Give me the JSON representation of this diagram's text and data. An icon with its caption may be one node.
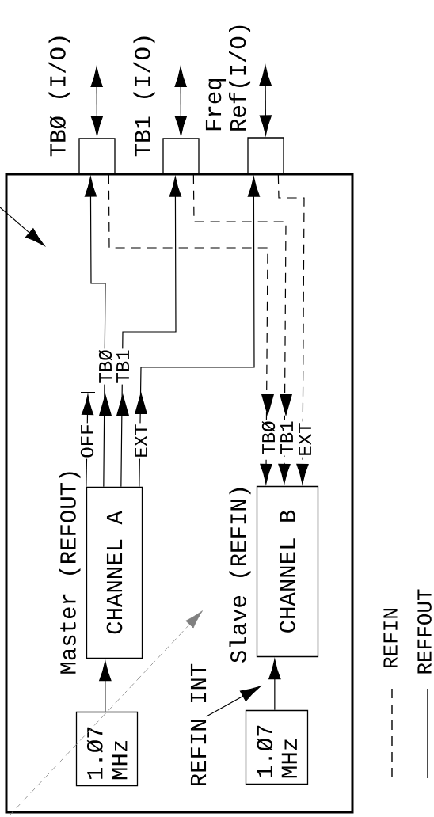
{
  "diagram": {
    "nodes": [
      {
        "text": [],
        "shape": "box"
      },
      {
        "text": [],
        "shape": "box",
        "beside": [
          "TBØ (I/O)"
        ]
      },
      {
        "text": [],
        "shape": "box",
        "beside": [
          "TB1 (I/O)"
        ]
      },
      {
        "text": [],
        "shape": "box",
        "beside": [
          "Freq Ref(I/O)"
        ]
      },
      {
        "text": [
          "CHANNEL A"
        ],
        "in": 0,
        "beside": [
          "Master (REFOUT)"
        ]
      },
      {
        "text": [
          "CHANNEL B"
        ],
        "in": 0,
        "beside": [
          "Slave (REFIN)"
        ]
      },
      {
        "text": [
          "1.Ø7 MHz"
        ],
        "in": 0
      },
      {
        "text": [
          "1.Ø7 MHz"
        ],
        "in": 0
      },
      {
        "text": [
          "REFIN INT"
        ],
        "in": 0
      }
    ],
    "edges": [
      {
        "from": null,
        "to": 1,
        "arrow": "both"
      },
      {
        "from": null,
        "to": 2,
        "arrow": "both"
      },
      {
        "from": null,
        "to": 3,
        "arrow": "both"
      },
      {
        "from": 4,
        "to": 1,
        "arrow": "to",
        "label": "TBØ"
      },
      {
        "from": 4,
        "to": 2,
        "arrow": "to",
        "label": "TB1"
      },
      {
        "from": 4,
        "to": 3,
        "arrow": "to",
        "label": "EXT"
      },
      {
        "from": 4,
        "to": null,
        "arrow": "to",
        "label": "OFF"
      },
      {
        "from": 6,
        "to": 4,
        "arrow": "to"
      },
      {
        "from": 7,
        "to": 5,
        "arrow": "to"
      },
      {
        "from": 1,
        "to": 5,
        "arrow": "to",
        "style": "dashed",
        "label": "TBØ"
      },
      {
        "from": 2,
        "to": 5,
        "arrow": "to",
        "style": "dashed",
        "label": "TB1"
      },
      {
        "from": 3,
        "to": 5,
        "arrow": "to",
        "style": "dashed",
        "label": "EXT"
      },
      {
        "from": 8,
        "to": 7,
        "arrow": "to"
      }
    ],
    "legend": [
      {
        "text": "REFIN"
      },
      {
        "text": "REFFOUT"
      }
    ]
  }
}
